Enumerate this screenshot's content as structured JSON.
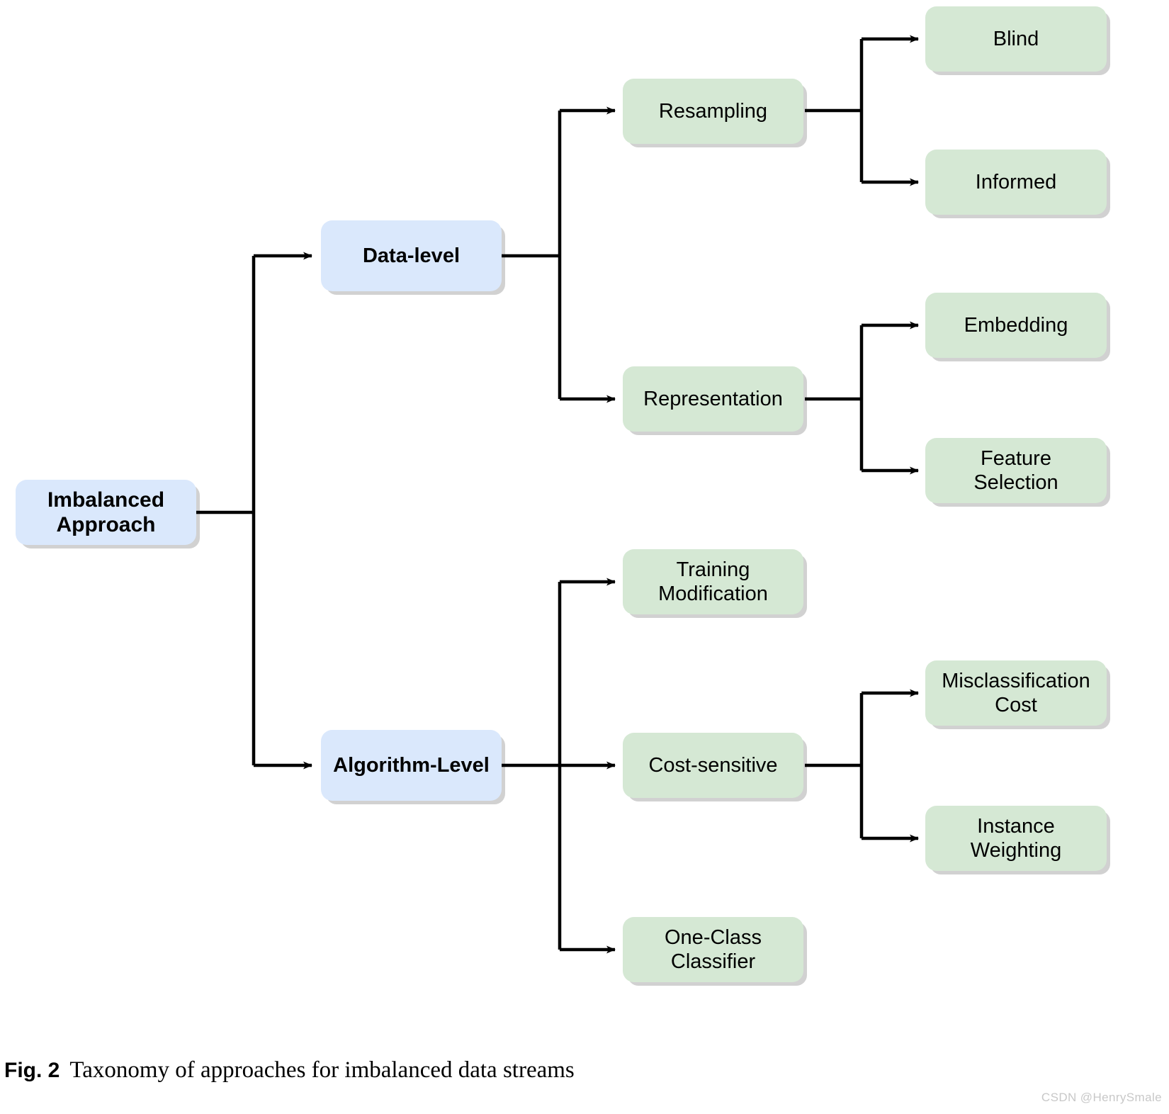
{
  "figure": {
    "caption_number": "Fig. 2",
    "caption_text": "Taxonomy of approaches for imbalanced data streams",
    "watermark": "CSDN @HenrySmale",
    "colors": {
      "level_blue": "#dae8fc",
      "level_green": "#d5e8d4",
      "edge": "#000000",
      "shadow": "rgba(0,0,0,0.18)",
      "background": "#ffffff",
      "watermark": "#c8c8c8"
    }
  },
  "nodes": {
    "root": {
      "label": "Imbalanced\nApproach"
    },
    "data_level": {
      "label": "Data-level"
    },
    "algorithm_level": {
      "label": "Algorithm-Level"
    },
    "resampling": {
      "label": "Resampling"
    },
    "representation": {
      "label": "Representation"
    },
    "training_modification": {
      "label": "Training\nModification"
    },
    "cost_sensitive": {
      "label": "Cost-sensitive"
    },
    "one_class_classifier": {
      "label": "One-Class\nClassifier"
    },
    "blind": {
      "label": "Blind"
    },
    "informed": {
      "label": "Informed"
    },
    "embedding": {
      "label": "Embedding"
    },
    "feature_selection": {
      "label": "Feature\nSelection"
    },
    "misclassification_cost": {
      "label": "Misclassification\nCost"
    },
    "instance_weighting": {
      "label": "Instance\nWeighting"
    }
  },
  "tree": {
    "root": "Imbalanced Approach",
    "children": [
      {
        "name": "Data-level",
        "children": [
          {
            "name": "Resampling",
            "children": [
              {
                "name": "Blind"
              },
              {
                "name": "Informed"
              }
            ]
          },
          {
            "name": "Representation",
            "children": [
              {
                "name": "Embedding"
              },
              {
                "name": "Feature Selection"
              }
            ]
          }
        ]
      },
      {
        "name": "Algorithm-Level",
        "children": [
          {
            "name": "Training Modification"
          },
          {
            "name": "Cost-sensitive",
            "children": [
              {
                "name": "Misclassification Cost"
              },
              {
                "name": "Instance Weighting"
              }
            ]
          },
          {
            "name": "One-Class Classifier"
          }
        ]
      }
    ]
  }
}
